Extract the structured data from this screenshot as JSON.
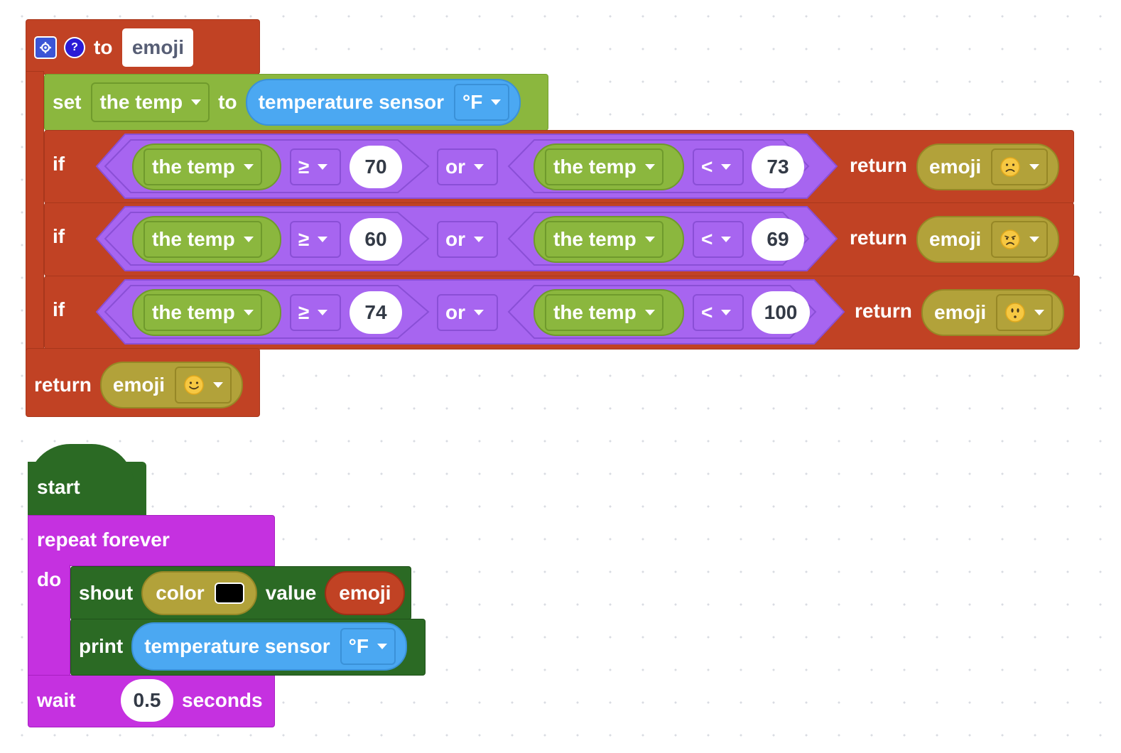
{
  "function_def": {
    "keyword_to": "to",
    "name": "emoji",
    "set": {
      "keyword": "set",
      "variable": "the temp",
      "keyword_to": "to",
      "sensor": {
        "label": "temperature sensor",
        "unit": "°F"
      }
    },
    "conditions": [
      {
        "keyword": "if",
        "left_var": "the temp",
        "op1": "≥",
        "val1": "70",
        "logic": "or",
        "right_var": "the temp",
        "op2": "<",
        "val2": "73",
        "return_kw": "return",
        "return_label": "emoji",
        "emoji": "frowning"
      },
      {
        "keyword": "if",
        "left_var": "the temp",
        "op1": "≥",
        "val1": "60",
        "logic": "or",
        "right_var": "the temp",
        "op2": "<",
        "val2": "69",
        "return_kw": "return",
        "return_label": "emoji",
        "emoji": "worried"
      },
      {
        "keyword": "if",
        "left_var": "the temp",
        "op1": "≥",
        "val1": "74",
        "logic": "or",
        "right_var": "the temp",
        "op2": "<",
        "val2": "100",
        "return_kw": "return",
        "return_label": "emoji",
        "emoji": "hushed"
      }
    ],
    "final_return": {
      "keyword": "return",
      "label": "emoji",
      "emoji": "smiling"
    }
  },
  "program": {
    "hat": "start",
    "loop": {
      "label": "repeat forever",
      "do": "do"
    },
    "shout": {
      "keyword": "shout",
      "color_label": "color",
      "color_value": "#000000",
      "value_kw": "value",
      "value": "emoji"
    },
    "print": {
      "keyword": "print",
      "sensor": "temperature sensor",
      "unit": "°F"
    },
    "wait": {
      "keyword": "wait",
      "value": "0.5",
      "unit": "seconds"
    }
  },
  "colors": {
    "function": "#c14224",
    "variable": "#8bb73e",
    "sensor": "#4ba8f2",
    "logic": "#a765f0",
    "emoji_block": "#b2a23a",
    "event": "#2b6a24",
    "loop": "#c531e0"
  }
}
